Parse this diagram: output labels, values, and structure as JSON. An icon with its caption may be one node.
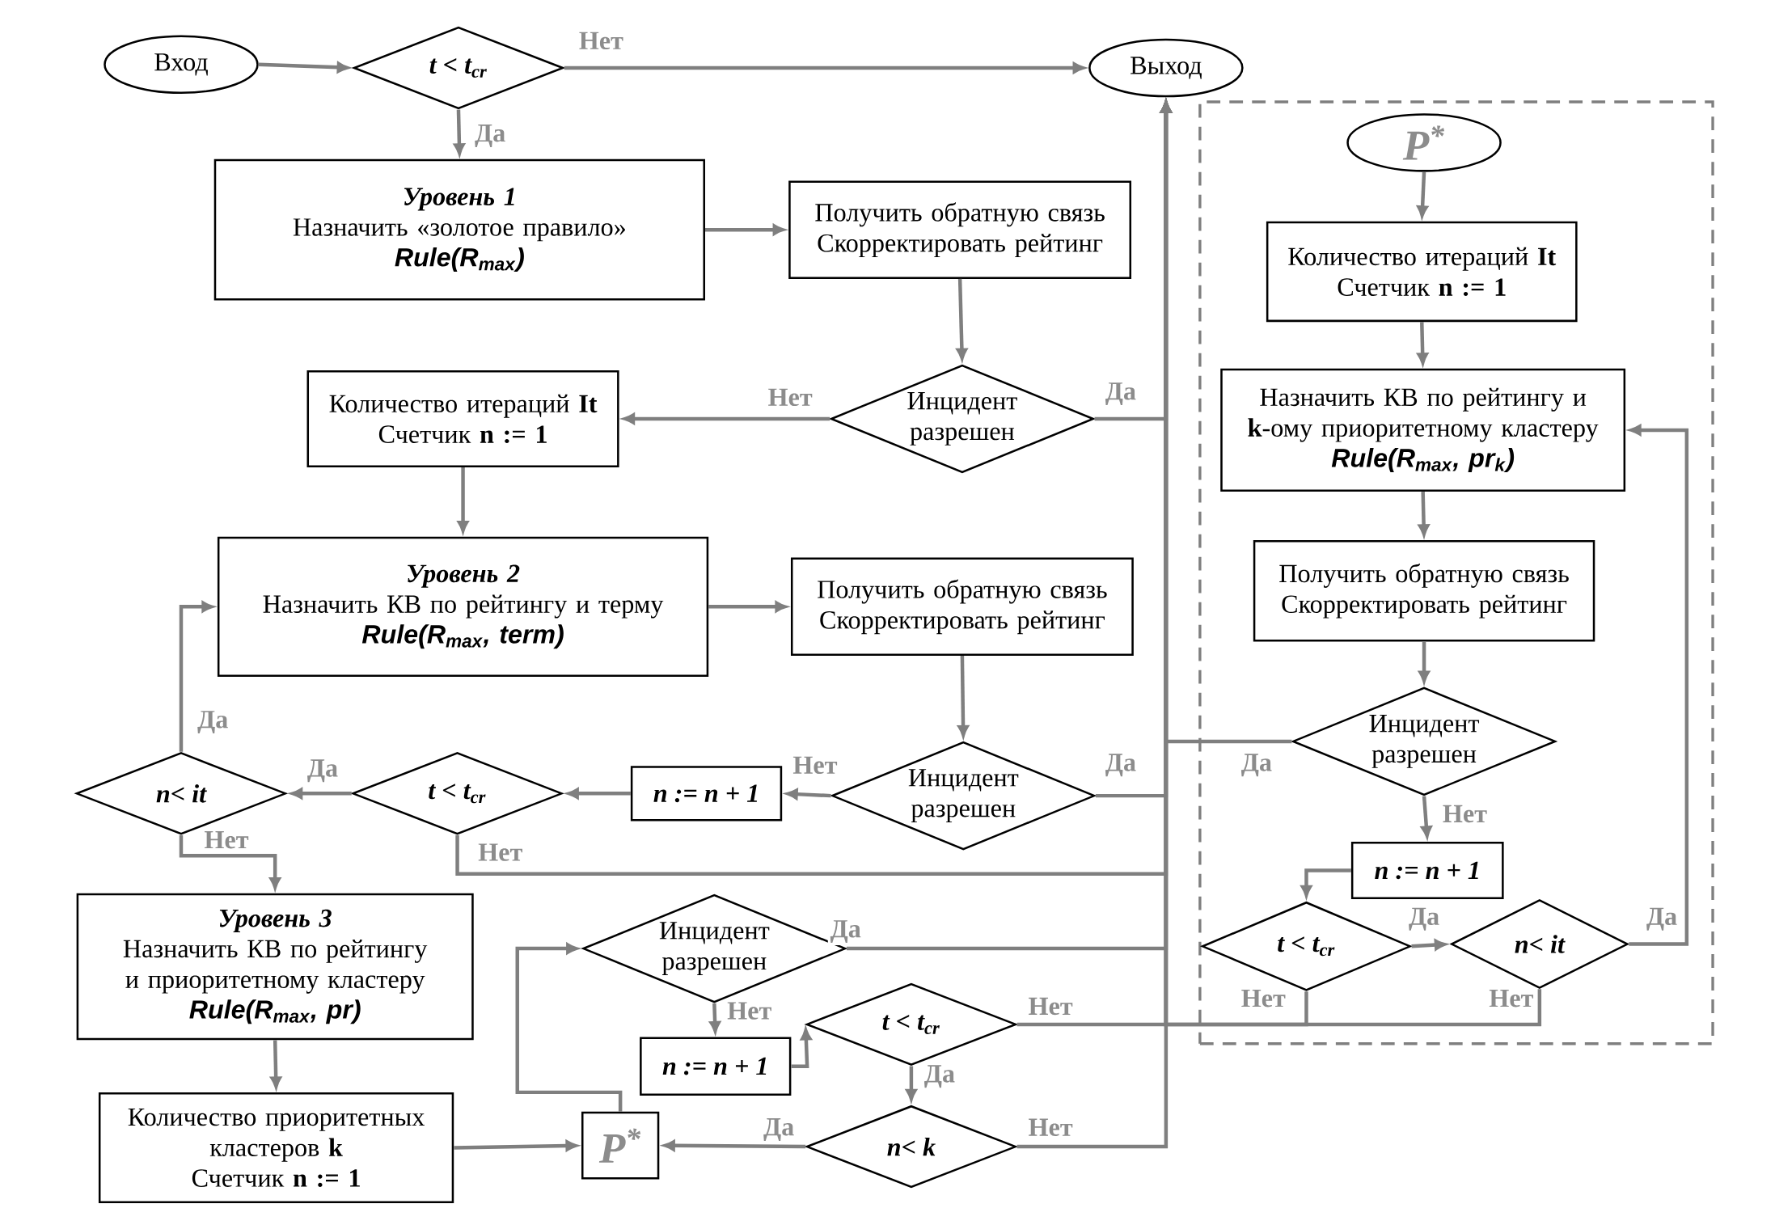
{
  "diagram": {
    "nodes": [
      {
        "text": [
          "Вход"
        ]
      },
      {
        "text": [
          "t < t$_{cr}$"
        ]
      },
      {
        "text": [
          "Выход"
        ]
      },
      {
        "text": [
          "Уровень 1",
          "Назначить «золотое правило»",
          "Rule(R$_{max}$)"
        ]
      },
      {
        "text": [
          "Получить обратную связь",
          "Скорректировать рейтинг"
        ]
      },
      {
        "text": [
          "Инцидент разрешен"
        ]
      },
      {
        "text": [
          "Количество итераций **It**",
          "Счетчик **n := 1**"
        ]
      },
      {
        "text": [
          "Уровень 2",
          "Назначить КВ по рейтингу и терму",
          "Rule(R$_{max}$, term)"
        ]
      },
      {
        "text": [
          "Получить обратную связь",
          "Скорректировать рейтинг"
        ]
      },
      {
        "text": [
          "Инцидент разрешен"
        ]
      },
      {
        "text": [
          "n := n + 1"
        ]
      },
      {
        "text": [
          "t < t$_{cr}$"
        ]
      },
      {
        "text": [
          "n< it"
        ]
      },
      {
        "text": [
          "Уровень 3",
          "Назначить КВ по рейтингу и приоритетному кластеру",
          "Rule(R$_{max}$, pr)"
        ]
      },
      {
        "text": [
          "Количество приоритетных кластеров **k**",
          "Счетчик **n := 1**"
        ]
      },
      {
        "text": [
          "P$^{*}$"
        ]
      },
      {
        "text": [
          "Инцидент разрешен"
        ]
      },
      {
        "text": [
          "n := n + 1"
        ]
      },
      {
        "text": [
          "t < t$_{cr}$"
        ]
      },
      {
        "text": [
          "n< k"
        ]
      },
      {
        "text": [],
        "shape": "box"
      },
      {
        "text": [
          "P$^{*}$"
        ],
        "in": 20
      },
      {
        "text": [
          "Количество итераций **It**",
          "Счетчик **n := 1**"
        ],
        "in": 20
      },
      {
        "text": [
          "Назначить КВ по рейтингу и **k**-ому приоритетному кластеру",
          "Rule(R$_{max}$, pr$_{k}$)"
        ],
        "in": 20
      },
      {
        "text": [
          "Получить обратную связь",
          "Скорректировать рейтинг"
        ],
        "in": 20
      },
      {
        "text": [
          "Инцидент разрешен"
        ],
        "in": 20
      },
      {
        "text": [
          "n := n + 1"
        ],
        "in": 20
      },
      {
        "text": [
          "t < t$_{cr}$"
        ],
        "in": 20
      },
      {
        "text": [
          "n< it"
        ],
        "in": 20
      }
    ],
    "edges": [
      {
        "from": 0,
        "to": 1,
        "arrow": "to"
      },
      {
        "from": 1,
        "to": 2,
        "arrow": "to",
        "label": "Нет"
      },
      {
        "from": 1,
        "to": 3,
        "arrow": "to",
        "label": "Да"
      },
      {
        "from": 3,
        "to": 4,
        "arrow": "to"
      },
      {
        "from": 4,
        "to": 5,
        "arrow": "to"
      },
      {
        "from": 5,
        "to": 6,
        "arrow": "to",
        "label": "Нет"
      },
      {
        "from": 5,
        "to": 2,
        "arrow": "to",
        "label": "Да"
      },
      {
        "from": 6,
        "to": 7,
        "arrow": "to"
      },
      {
        "from": 7,
        "to": 8,
        "arrow": "to"
      },
      {
        "from": 8,
        "to": 9,
        "arrow": "to"
      },
      {
        "from": 9,
        "to": 10,
        "arrow": "to",
        "label": "Нет"
      },
      {
        "from": 9,
        "to": 2,
        "arrow": "to",
        "label": "Да"
      },
      {
        "from": 10,
        "to": 11,
        "arrow": "to"
      },
      {
        "from": 11,
        "to": 12,
        "arrow": "to",
        "label": "Да"
      },
      {
        "from": 11,
        "to": 2,
        "arrow": "to",
        "label": "Нет"
      },
      {
        "from": 12,
        "to": 7,
        "arrow": "to",
        "label": "Да"
      },
      {
        "from": 12,
        "to": 13,
        "arrow": "to",
        "label": "Нет"
      },
      {
        "from": 13,
        "to": 14,
        "arrow": "to"
      },
      {
        "from": 14,
        "to": 15,
        "arrow": "to"
      },
      {
        "from": 15,
        "to": 16,
        "arrow": "to"
      },
      {
        "from": 16,
        "to": 2,
        "arrow": "to",
        "label": "Да"
      },
      {
        "from": 16,
        "to": 17,
        "arrow": "to",
        "label": "Нет"
      },
      {
        "from": 17,
        "to": 18,
        "arrow": "to"
      },
      {
        "from": 18,
        "to": 2,
        "arrow": "to",
        "label": "Нет"
      },
      {
        "from": 19,
        "to": 2,
        "arrow": "to",
        "label": "Нет"
      },
      {
        "from": 18,
        "to": 19,
        "arrow": "to",
        "label": "Да"
      },
      {
        "from": 19,
        "to": 15,
        "arrow": "to",
        "label": "Да"
      },
      {
        "from": 21,
        "to": 22,
        "arrow": "to"
      },
      {
        "from": 22,
        "to": 23,
        "arrow": "to"
      },
      {
        "from": 23,
        "to": 24,
        "arrow": "to"
      },
      {
        "from": 24,
        "to": 25,
        "arrow": "to"
      },
      {
        "from": 25,
        "to": 2,
        "arrow": "to",
        "label": "Да"
      },
      {
        "from": 25,
        "to": 26,
        "arrow": "to",
        "label": "Нет"
      },
      {
        "from": 26,
        "to": 27,
        "arrow": "to"
      },
      {
        "from": 27,
        "to": 28,
        "arrow": "to",
        "label": "Да"
      },
      {
        "from": 28,
        "to": 23,
        "arrow": "to",
        "label": "Да"
      },
      {
        "from": 27,
        "to": 2,
        "arrow": "to",
        "label": "Нет"
      },
      {
        "from": 28,
        "to": 2,
        "arrow": "to",
        "label": "Нет"
      }
    ]
  }
}
